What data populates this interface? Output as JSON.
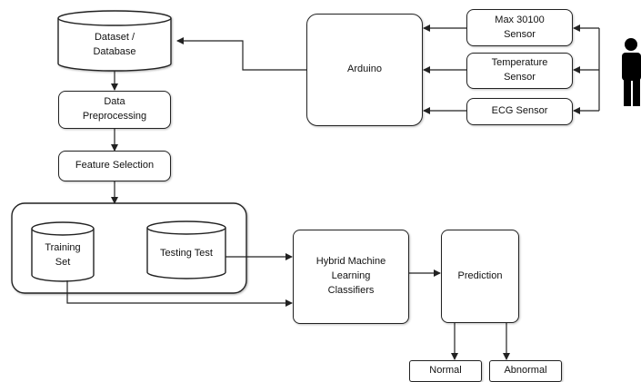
{
  "nodes": {
    "dataset": "Dataset /\nDatabase",
    "preprocessing": "Data\nPreprocessing",
    "feature_selection": "Feature Selection",
    "training_set": "Training\nSet",
    "testing_test": "Testing Test",
    "hybrid": "Hybrid Machine\nLearning\nClassifiers",
    "prediction": "Prediction",
    "normal": "Normal",
    "abnormal": "Abnormal",
    "arduino": "Arduino",
    "max_sensor": "Max 30100\nSensor",
    "temp_sensor": "Temperature\nSensor",
    "ecg_sensor": "ECG Sensor"
  },
  "icons": {
    "person": "person-icon"
  },
  "colors": {
    "stroke": "#222222",
    "fill": "#ffffff",
    "icon": "#000000"
  }
}
